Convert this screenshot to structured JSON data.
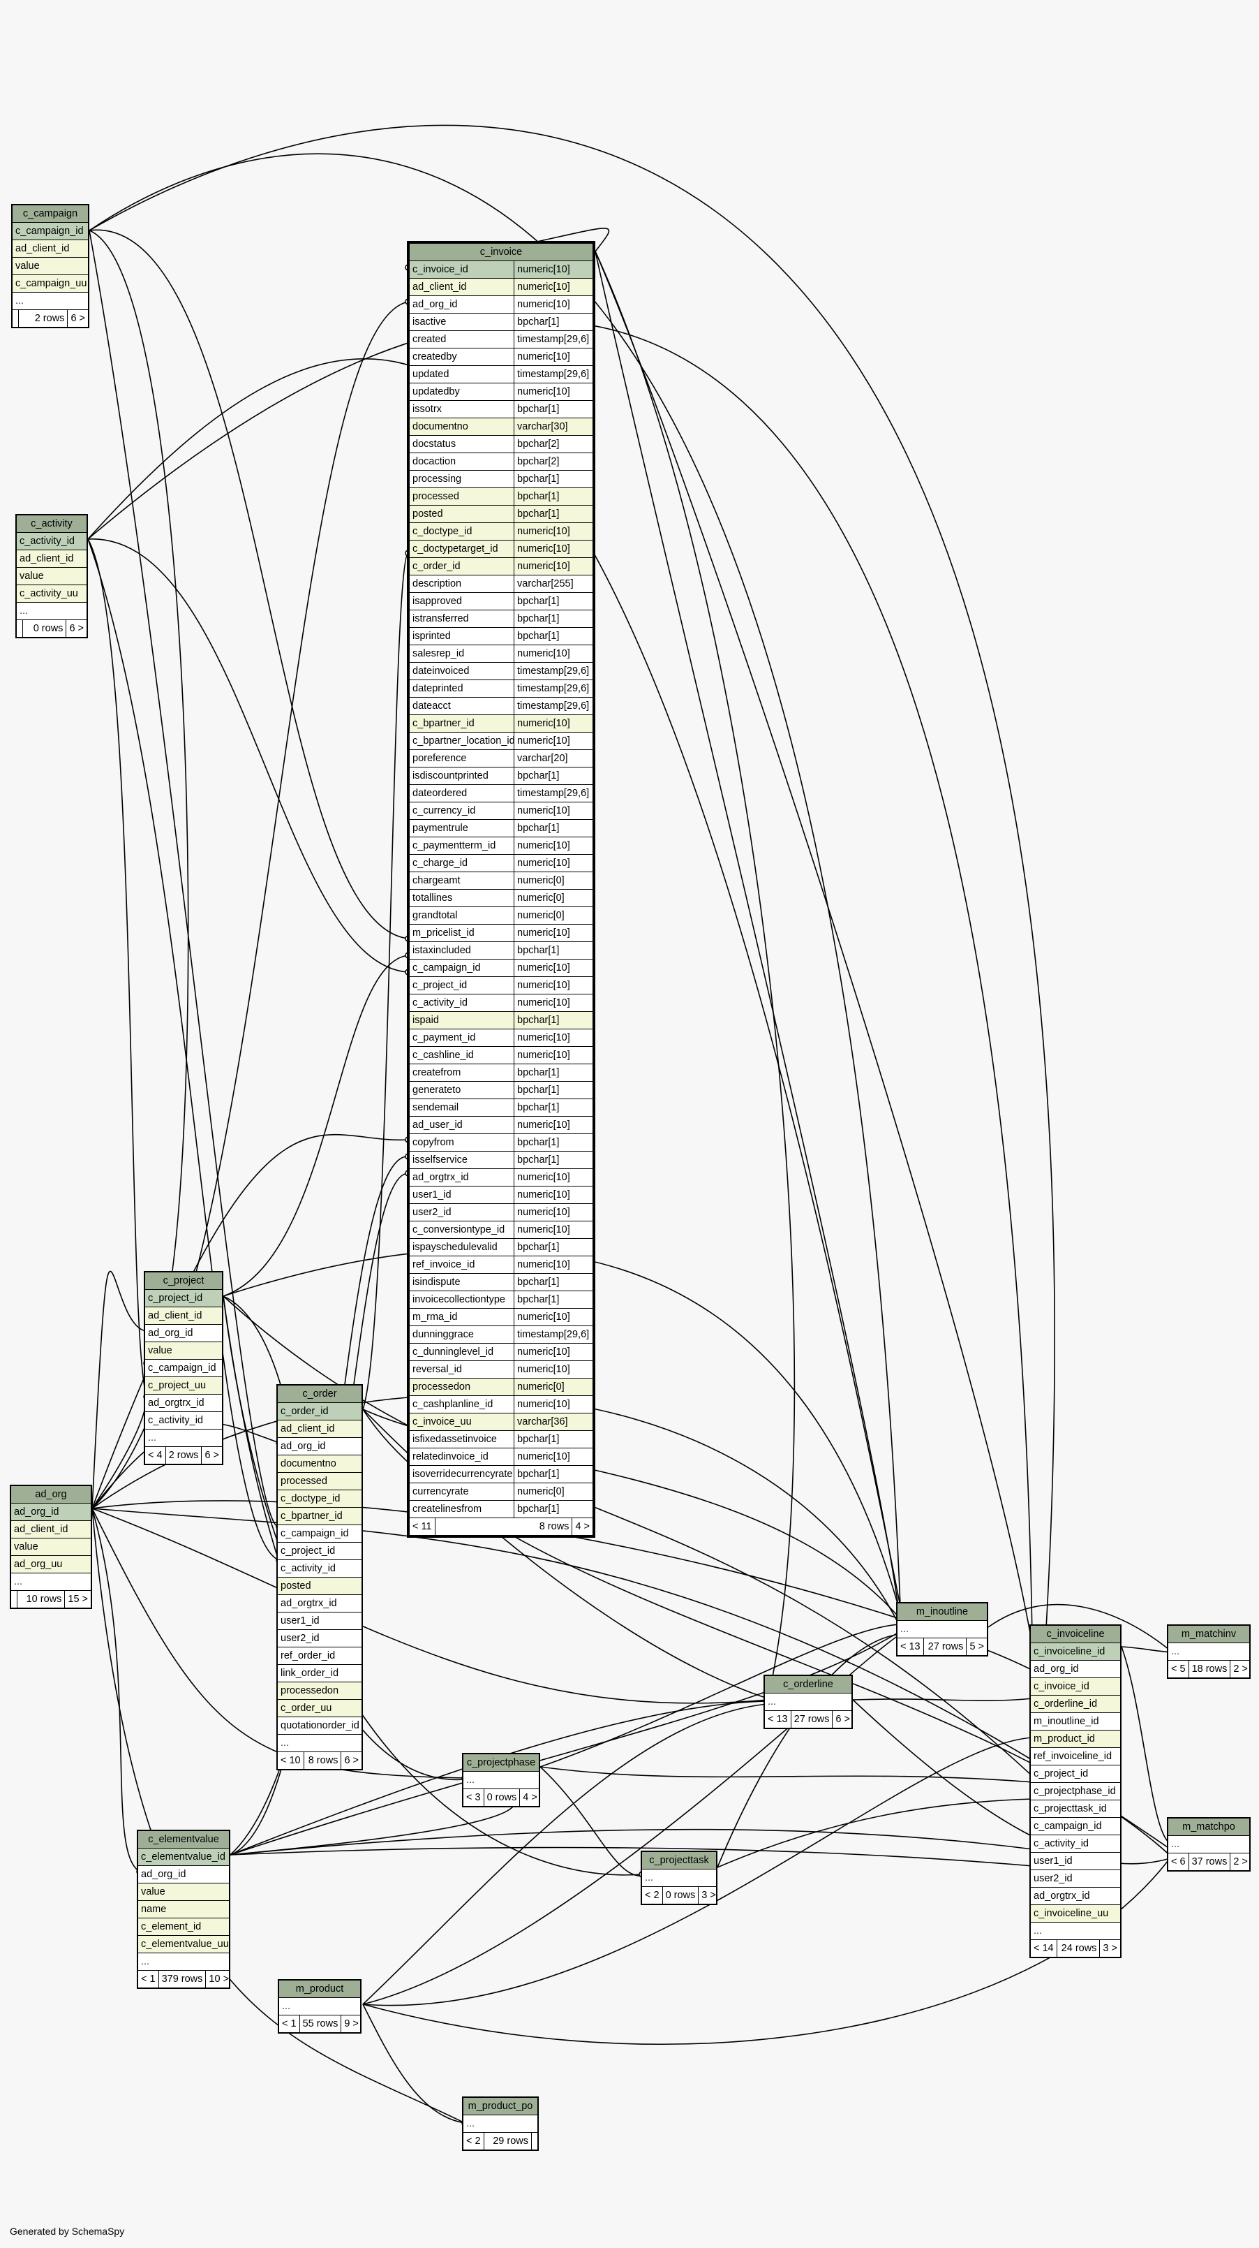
{
  "generated_by": "Generated by SchemaSpy",
  "tables": {
    "c_campaign": {
      "title": "c_campaign",
      "columns": [
        {
          "name": "c_campaign_id",
          "kind": "pk"
        },
        {
          "name": "ad_client_id",
          "kind": "fk"
        },
        {
          "name": "value",
          "kind": "fk"
        },
        {
          "name": "c_campaign_uu",
          "kind": "fk"
        },
        {
          "name": "...",
          "kind": "ell"
        }
      ],
      "footer": [
        "",
        "2 rows",
        "6 >"
      ]
    },
    "c_activity": {
      "title": "c_activity",
      "columns": [
        {
          "name": "c_activity_id",
          "kind": "pk"
        },
        {
          "name": "ad_client_id",
          "kind": "fk"
        },
        {
          "name": "value",
          "kind": "fk"
        },
        {
          "name": "c_activity_uu",
          "kind": "fk"
        },
        {
          "name": "...",
          "kind": "ell"
        }
      ],
      "footer": [
        "",
        "0 rows",
        "6 >"
      ]
    },
    "c_invoice": {
      "title": "c_invoice",
      "columns": [
        {
          "name": "c_invoice_id",
          "type": "numeric[10]",
          "kind": "pk"
        },
        {
          "name": "ad_client_id",
          "type": "numeric[10]",
          "kind": "fk"
        },
        {
          "name": "ad_org_id",
          "type": "numeric[10]",
          "kind": ""
        },
        {
          "name": "isactive",
          "type": "bpchar[1]",
          "kind": ""
        },
        {
          "name": "created",
          "type": "timestamp[29,6]",
          "kind": ""
        },
        {
          "name": "createdby",
          "type": "numeric[10]",
          "kind": ""
        },
        {
          "name": "updated",
          "type": "timestamp[29,6]",
          "kind": ""
        },
        {
          "name": "updatedby",
          "type": "numeric[10]",
          "kind": ""
        },
        {
          "name": "issotrx",
          "type": "bpchar[1]",
          "kind": ""
        },
        {
          "name": "documentno",
          "type": "varchar[30]",
          "kind": "fk"
        },
        {
          "name": "docstatus",
          "type": "bpchar[2]",
          "kind": ""
        },
        {
          "name": "docaction",
          "type": "bpchar[2]",
          "kind": ""
        },
        {
          "name": "processing",
          "type": "bpchar[1]",
          "kind": ""
        },
        {
          "name": "processed",
          "type": "bpchar[1]",
          "kind": "fk"
        },
        {
          "name": "posted",
          "type": "bpchar[1]",
          "kind": "fk"
        },
        {
          "name": "c_doctype_id",
          "type": "numeric[10]",
          "kind": "fk"
        },
        {
          "name": "c_doctypetarget_id",
          "type": "numeric[10]",
          "kind": "fk"
        },
        {
          "name": "c_order_id",
          "type": "numeric[10]",
          "kind": "fk"
        },
        {
          "name": "description",
          "type": "varchar[255]",
          "kind": ""
        },
        {
          "name": "isapproved",
          "type": "bpchar[1]",
          "kind": ""
        },
        {
          "name": "istransferred",
          "type": "bpchar[1]",
          "kind": ""
        },
        {
          "name": "isprinted",
          "type": "bpchar[1]",
          "kind": ""
        },
        {
          "name": "salesrep_id",
          "type": "numeric[10]",
          "kind": ""
        },
        {
          "name": "dateinvoiced",
          "type": "timestamp[29,6]",
          "kind": ""
        },
        {
          "name": "dateprinted",
          "type": "timestamp[29,6]",
          "kind": ""
        },
        {
          "name": "dateacct",
          "type": "timestamp[29,6]",
          "kind": ""
        },
        {
          "name": "c_bpartner_id",
          "type": "numeric[10]",
          "kind": "fk"
        },
        {
          "name": "c_bpartner_location_id",
          "type": "numeric[10]",
          "kind": ""
        },
        {
          "name": "poreference",
          "type": "varchar[20]",
          "kind": ""
        },
        {
          "name": "isdiscountprinted",
          "type": "bpchar[1]",
          "kind": ""
        },
        {
          "name": "dateordered",
          "type": "timestamp[29,6]",
          "kind": ""
        },
        {
          "name": "c_currency_id",
          "type": "numeric[10]",
          "kind": ""
        },
        {
          "name": "paymentrule",
          "type": "bpchar[1]",
          "kind": ""
        },
        {
          "name": "c_paymentterm_id",
          "type": "numeric[10]",
          "kind": ""
        },
        {
          "name": "c_charge_id",
          "type": "numeric[10]",
          "kind": ""
        },
        {
          "name": "chargeamt",
          "type": "numeric[0]",
          "kind": ""
        },
        {
          "name": "totallines",
          "type": "numeric[0]",
          "kind": ""
        },
        {
          "name": "grandtotal",
          "type": "numeric[0]",
          "kind": ""
        },
        {
          "name": "m_pricelist_id",
          "type": "numeric[10]",
          "kind": ""
        },
        {
          "name": "istaxincluded",
          "type": "bpchar[1]",
          "kind": ""
        },
        {
          "name": "c_campaign_id",
          "type": "numeric[10]",
          "kind": ""
        },
        {
          "name": "c_project_id",
          "type": "numeric[10]",
          "kind": ""
        },
        {
          "name": "c_activity_id",
          "type": "numeric[10]",
          "kind": ""
        },
        {
          "name": "ispaid",
          "type": "bpchar[1]",
          "kind": "fk"
        },
        {
          "name": "c_payment_id",
          "type": "numeric[10]",
          "kind": ""
        },
        {
          "name": "c_cashline_id",
          "type": "numeric[10]",
          "kind": ""
        },
        {
          "name": "createfrom",
          "type": "bpchar[1]",
          "kind": ""
        },
        {
          "name": "generateto",
          "type": "bpchar[1]",
          "kind": ""
        },
        {
          "name": "sendemail",
          "type": "bpchar[1]",
          "kind": ""
        },
        {
          "name": "ad_user_id",
          "type": "numeric[10]",
          "kind": ""
        },
        {
          "name": "copyfrom",
          "type": "bpchar[1]",
          "kind": ""
        },
        {
          "name": "isselfservice",
          "type": "bpchar[1]",
          "kind": ""
        },
        {
          "name": "ad_orgtrx_id",
          "type": "numeric[10]",
          "kind": ""
        },
        {
          "name": "user1_id",
          "type": "numeric[10]",
          "kind": ""
        },
        {
          "name": "user2_id",
          "type": "numeric[10]",
          "kind": ""
        },
        {
          "name": "c_conversiontype_id",
          "type": "numeric[10]",
          "kind": ""
        },
        {
          "name": "ispayschedulevalid",
          "type": "bpchar[1]",
          "kind": ""
        },
        {
          "name": "ref_invoice_id",
          "type": "numeric[10]",
          "kind": ""
        },
        {
          "name": "isindispute",
          "type": "bpchar[1]",
          "kind": ""
        },
        {
          "name": "invoicecollectiontype",
          "type": "bpchar[1]",
          "kind": ""
        },
        {
          "name": "m_rma_id",
          "type": "numeric[10]",
          "kind": ""
        },
        {
          "name": "dunninggrace",
          "type": "timestamp[29,6]",
          "kind": ""
        },
        {
          "name": "c_dunninglevel_id",
          "type": "numeric[10]",
          "kind": ""
        },
        {
          "name": "reversal_id",
          "type": "numeric[10]",
          "kind": ""
        },
        {
          "name": "processedon",
          "type": "numeric[0]",
          "kind": "fk"
        },
        {
          "name": "c_cashplanline_id",
          "type": "numeric[10]",
          "kind": ""
        },
        {
          "name": "c_invoice_uu",
          "type": "varchar[36]",
          "kind": "fk"
        },
        {
          "name": "isfixedassetinvoice",
          "type": "bpchar[1]",
          "kind": ""
        },
        {
          "name": "relatedinvoice_id",
          "type": "numeric[10]",
          "kind": ""
        },
        {
          "name": "isoverridecurrencyrate",
          "type": "bpchar[1]",
          "kind": ""
        },
        {
          "name": "currencyrate",
          "type": "numeric[0]",
          "kind": ""
        },
        {
          "name": "createlinesfrom",
          "type": "bpchar[1]",
          "kind": ""
        }
      ],
      "footer": [
        "< 11",
        "8 rows",
        "4 >"
      ]
    },
    "c_project": {
      "title": "c_project",
      "columns": [
        {
          "name": "c_project_id",
          "kind": "pk"
        },
        {
          "name": "ad_client_id",
          "kind": "fk"
        },
        {
          "name": "ad_org_id",
          "kind": ""
        },
        {
          "name": "value",
          "kind": "fk"
        },
        {
          "name": "c_campaign_id",
          "kind": ""
        },
        {
          "name": "c_project_uu",
          "kind": "fk"
        },
        {
          "name": "ad_orgtrx_id",
          "kind": ""
        },
        {
          "name": "c_activity_id",
          "kind": ""
        },
        {
          "name": "...",
          "kind": "ell"
        }
      ],
      "footer": [
        "< 4",
        "2 rows",
        "6 >"
      ]
    },
    "c_order": {
      "title": "c_order",
      "columns": [
        {
          "name": "c_order_id",
          "kind": "pk"
        },
        {
          "name": "ad_client_id",
          "kind": "fk"
        },
        {
          "name": "ad_org_id",
          "kind": ""
        },
        {
          "name": "documentno",
          "kind": "fk"
        },
        {
          "name": "processed",
          "kind": "fk"
        },
        {
          "name": "c_doctype_id",
          "kind": "fk"
        },
        {
          "name": "c_bpartner_id",
          "kind": "fk"
        },
        {
          "name": "c_campaign_id",
          "kind": ""
        },
        {
          "name": "c_project_id",
          "kind": ""
        },
        {
          "name": "c_activity_id",
          "kind": ""
        },
        {
          "name": "posted",
          "kind": "fk"
        },
        {
          "name": "ad_orgtrx_id",
          "kind": ""
        },
        {
          "name": "user1_id",
          "kind": ""
        },
        {
          "name": "user2_id",
          "kind": ""
        },
        {
          "name": "ref_order_id",
          "kind": ""
        },
        {
          "name": "link_order_id",
          "kind": ""
        },
        {
          "name": "processedon",
          "kind": "fk"
        },
        {
          "name": "c_order_uu",
          "kind": "fk"
        },
        {
          "name": "quotationorder_id",
          "kind": ""
        },
        {
          "name": "...",
          "kind": "ell"
        }
      ],
      "footer": [
        "< 10",
        "8 rows",
        "6 >"
      ]
    },
    "ad_org": {
      "title": "ad_org",
      "columns": [
        {
          "name": "ad_org_id",
          "kind": "pk"
        },
        {
          "name": "ad_client_id",
          "kind": "fk"
        },
        {
          "name": "value",
          "kind": "fk"
        },
        {
          "name": "ad_org_uu",
          "kind": "fk"
        },
        {
          "name": "...",
          "kind": "ell"
        }
      ],
      "footer": [
        "",
        "10 rows",
        "15 >"
      ]
    },
    "m_inoutline": {
      "title": "m_inoutline",
      "columns": [
        {
          "name": "...",
          "kind": "ell"
        }
      ],
      "footer": [
        "< 13",
        "27 rows",
        "5 >"
      ]
    },
    "c_invoiceline": {
      "title": "c_invoiceline",
      "columns": [
        {
          "name": "c_invoiceline_id",
          "kind": "pk"
        },
        {
          "name": "ad_org_id",
          "kind": ""
        },
        {
          "name": "c_invoice_id",
          "kind": "fk"
        },
        {
          "name": "c_orderline_id",
          "kind": "fk"
        },
        {
          "name": "m_inoutline_id",
          "kind": ""
        },
        {
          "name": "m_product_id",
          "kind": "fk"
        },
        {
          "name": "ref_invoiceline_id",
          "kind": ""
        },
        {
          "name": "c_project_id",
          "kind": ""
        },
        {
          "name": "c_projectphase_id",
          "kind": ""
        },
        {
          "name": "c_projecttask_id",
          "kind": ""
        },
        {
          "name": "c_campaign_id",
          "kind": ""
        },
        {
          "name": "c_activity_id",
          "kind": ""
        },
        {
          "name": "user1_id",
          "kind": ""
        },
        {
          "name": "user2_id",
          "kind": ""
        },
        {
          "name": "ad_orgtrx_id",
          "kind": ""
        },
        {
          "name": "c_invoiceline_uu",
          "kind": "fk"
        },
        {
          "name": "...",
          "kind": "ell"
        }
      ],
      "footer": [
        "< 14",
        "24 rows",
        "3 >"
      ]
    },
    "m_matchinv": {
      "title": "m_matchinv",
      "columns": [
        {
          "name": "...",
          "kind": "ell"
        }
      ],
      "footer": [
        "< 5",
        "18 rows",
        "2 >"
      ]
    },
    "m_matchpo": {
      "title": "m_matchpo",
      "columns": [
        {
          "name": "...",
          "kind": "ell"
        }
      ],
      "footer": [
        "< 6",
        "37 rows",
        "2 >"
      ]
    },
    "c_orderline": {
      "title": "c_orderline",
      "columns": [
        {
          "name": "...",
          "kind": "ell"
        }
      ],
      "footer": [
        "< 13",
        "27 rows",
        "6 >"
      ]
    },
    "c_projectphase": {
      "title": "c_projectphase",
      "columns": [
        {
          "name": "...",
          "kind": "ell"
        }
      ],
      "footer": [
        "< 3",
        "0 rows",
        "4 >"
      ]
    },
    "c_projecttask": {
      "title": "c_projecttask",
      "columns": [
        {
          "name": "...",
          "kind": "ell"
        }
      ],
      "footer": [
        "< 2",
        "0 rows",
        "3 >"
      ]
    },
    "c_elementvalue": {
      "title": "c_elementvalue",
      "columns": [
        {
          "name": "c_elementvalue_id",
          "kind": "pk"
        },
        {
          "name": "ad_org_id",
          "kind": ""
        },
        {
          "name": "value",
          "kind": "fk"
        },
        {
          "name": "name",
          "kind": "fk"
        },
        {
          "name": "c_element_id",
          "kind": "fk"
        },
        {
          "name": "c_elementvalue_uu",
          "kind": "fk"
        },
        {
          "name": "...",
          "kind": "ell"
        }
      ],
      "footer": [
        "< 1",
        "379 rows",
        "10 >"
      ]
    },
    "m_product": {
      "title": "m_product",
      "columns": [
        {
          "name": "...",
          "kind": "ell"
        }
      ],
      "footer": [
        "< 1",
        "55 rows",
        "9 >"
      ]
    },
    "m_product_po": {
      "title": "m_product_po",
      "columns": [
        {
          "name": "...",
          "kind": "ell"
        }
      ],
      "footer": [
        "< 2",
        "29 rows",
        ""
      ]
    }
  }
}
